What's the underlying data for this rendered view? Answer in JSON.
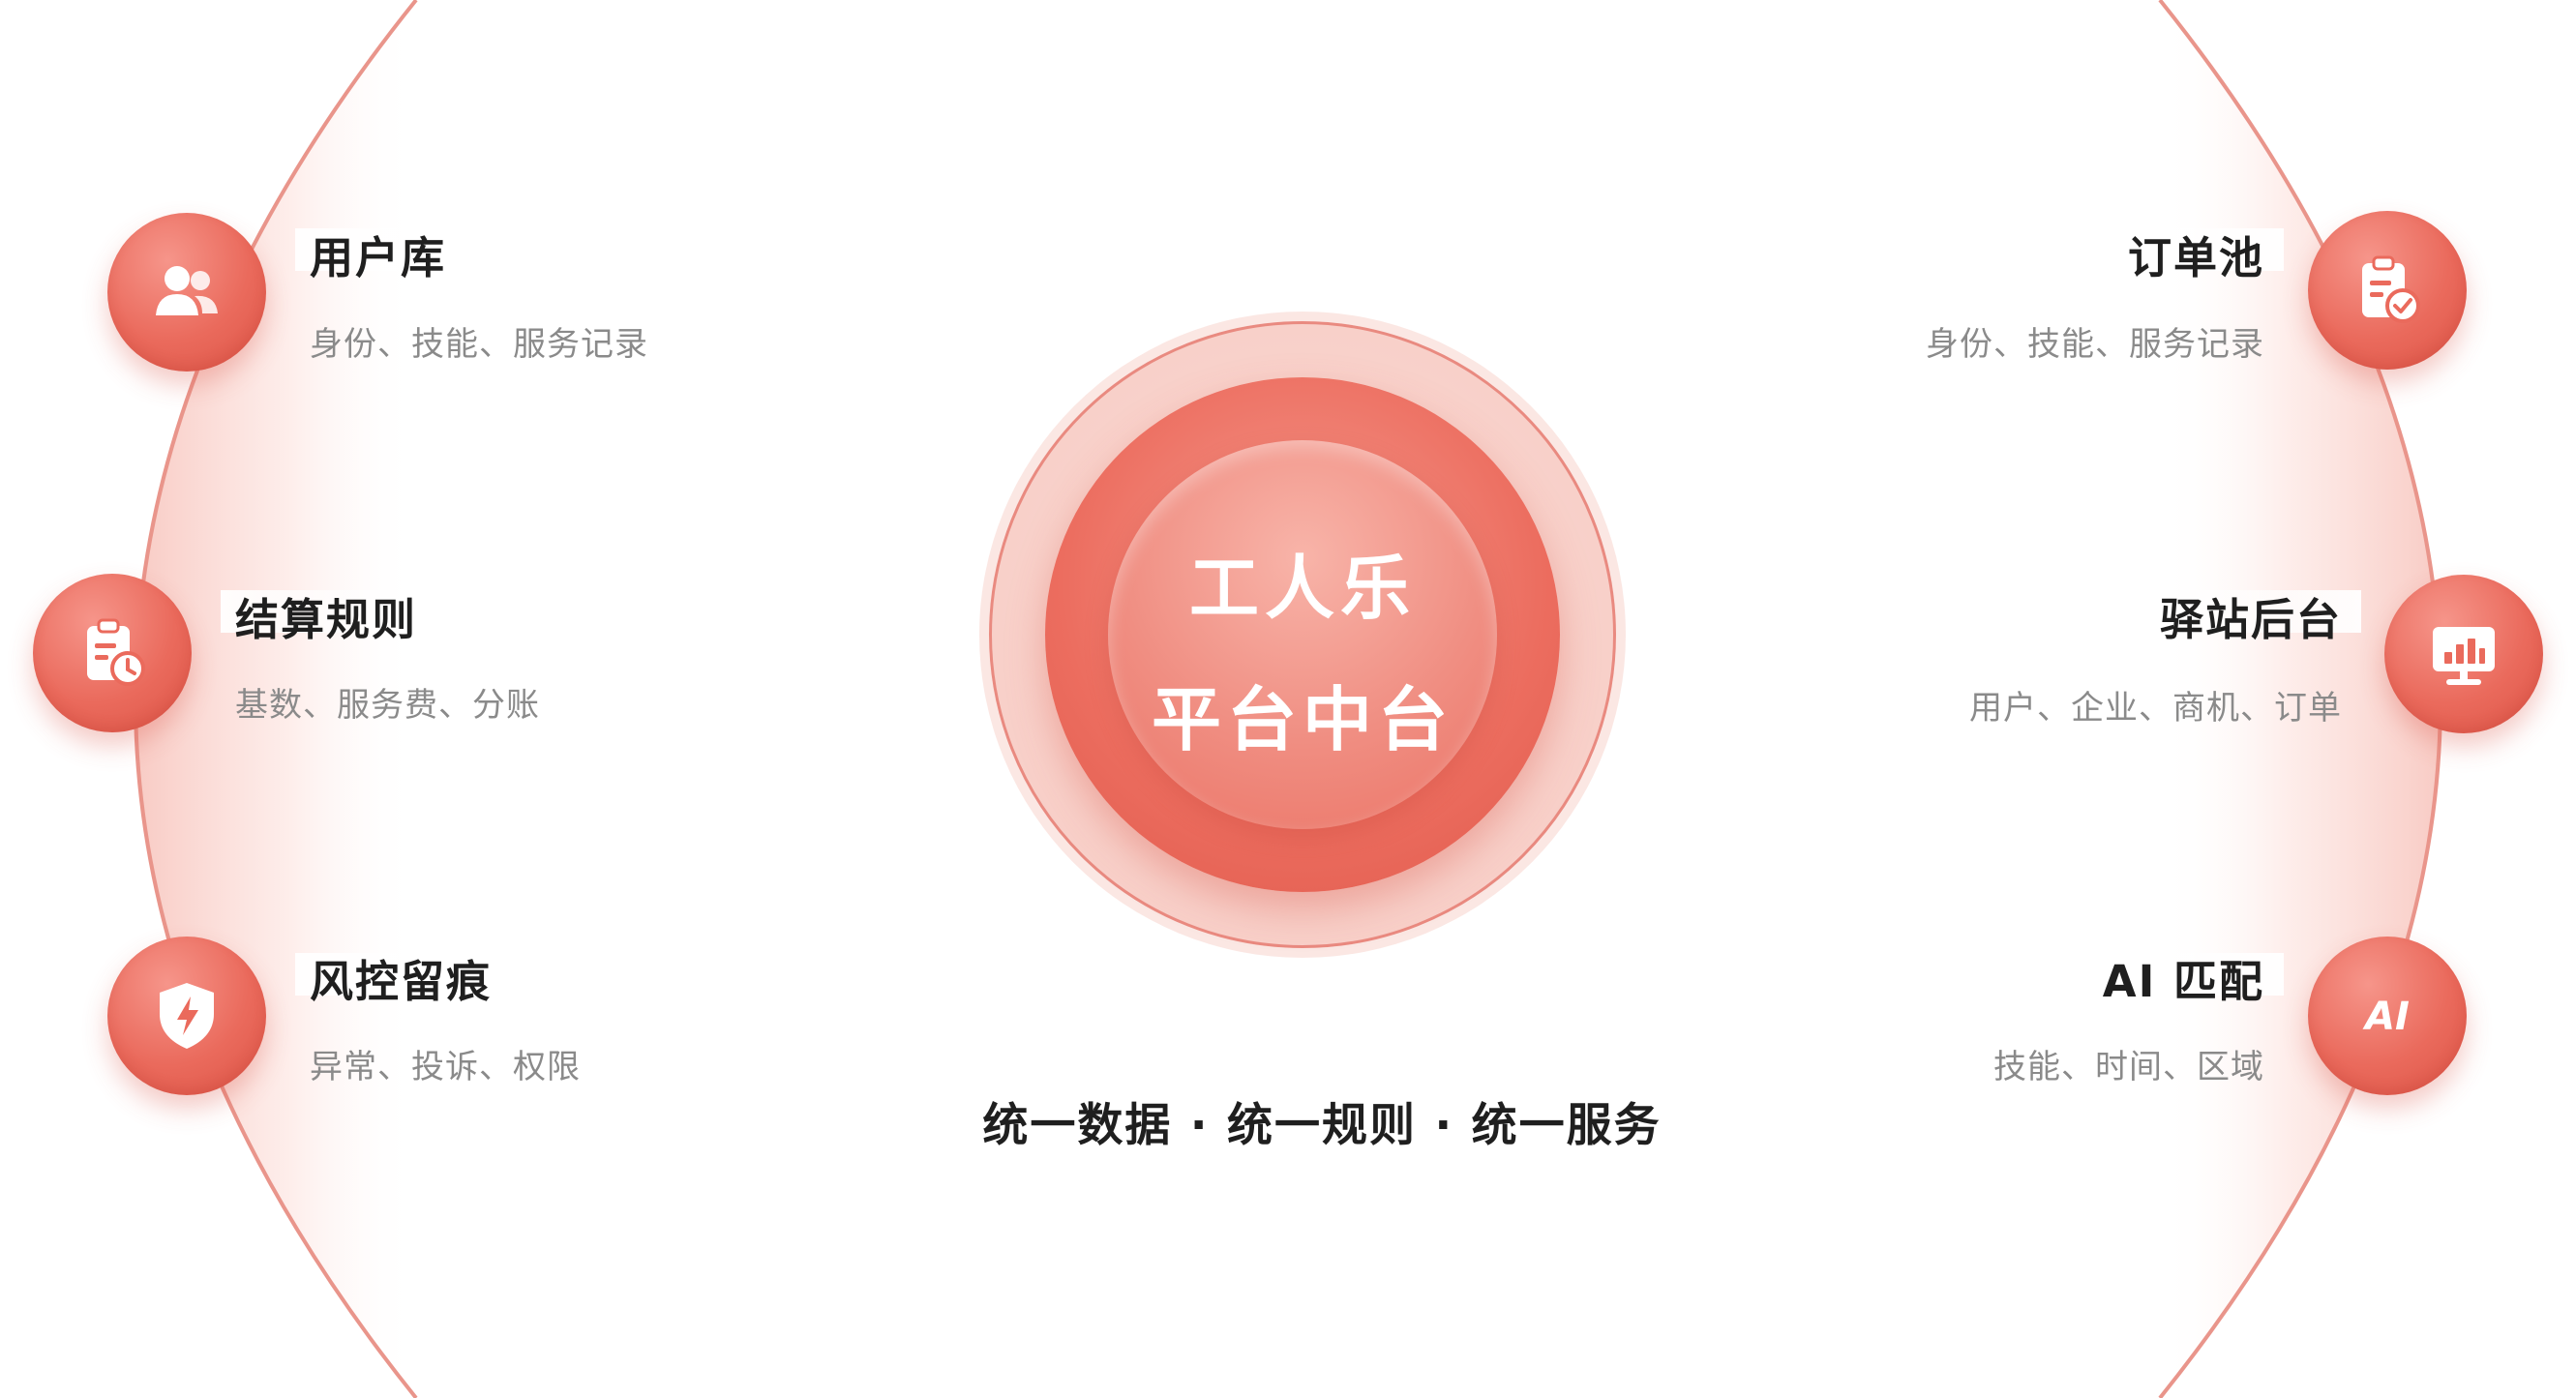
{
  "center": {
    "title_line1": "工人乐",
    "title_line2": "平台中台"
  },
  "tagline": "统一数据 · 统一规则 · 统一服务",
  "modules": {
    "user_db": {
      "title": "用户库",
      "desc": "身份、技能、服务记录",
      "icon": "users-icon"
    },
    "settlement": {
      "title": "结算规则",
      "desc": "基数、服务费、分账",
      "icon": "clipboard-clock-icon"
    },
    "risk": {
      "title": "风控留痕",
      "desc": "异常、投诉、权限",
      "icon": "shield-bolt-icon"
    },
    "order_pool": {
      "title": "订单池",
      "desc": "身份、技能、服务记录",
      "icon": "clipboard-check-icon"
    },
    "station_admin": {
      "title": "驿站后台",
      "desc": "用户、企业、商机、订单",
      "icon": "dashboard-chart-icon"
    },
    "ai_match": {
      "title": "AI 匹配",
      "desc": "技能、时间、区域",
      "icon": "ai-icon"
    }
  },
  "colors": {
    "accent": "#e8604f",
    "accent_light": "#f59a8e",
    "title_text": "#1f1f1f",
    "desc_text": "#8a8a8a"
  }
}
